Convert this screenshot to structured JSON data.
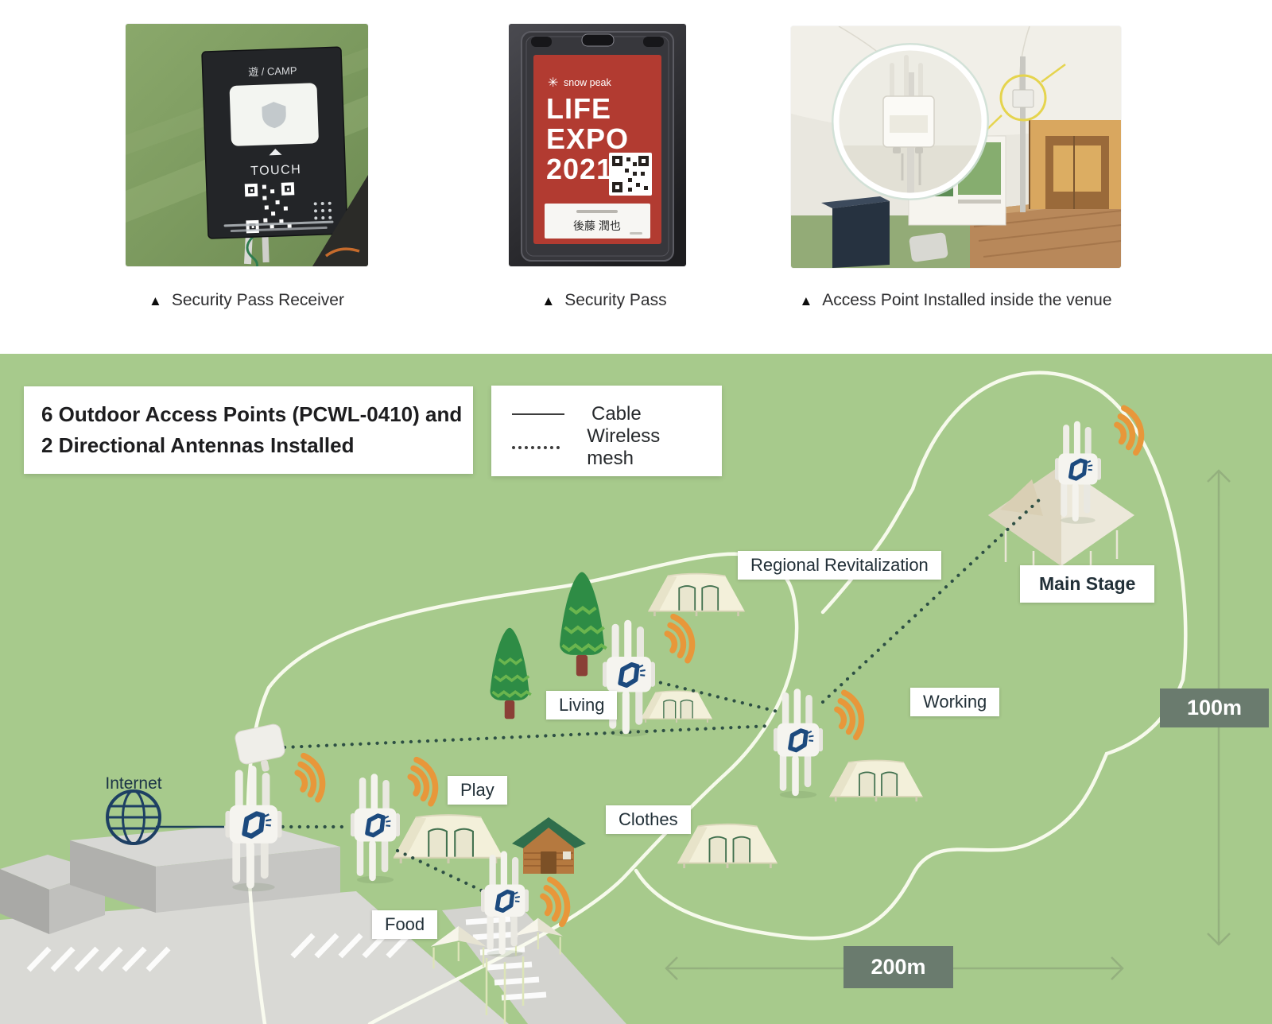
{
  "photos": {
    "marker": "▲",
    "receiver": {
      "caption": "Security Pass Receiver",
      "sign_label": "遊 / CAMP",
      "touch_label": "TOUCH"
    },
    "pass": {
      "caption": "Security Pass",
      "brand_mark": "✳",
      "brand_name": "snow peak",
      "event_lines": [
        "LIFE",
        "EXPO",
        "2021"
      ],
      "holder_name": "後藤 潤也"
    },
    "venue": {
      "caption": "Access Point Installed inside the venue"
    }
  },
  "map": {
    "title_lines": [
      "6 Outdoor Access Points (PCWL-0410) and",
      "2 Directional Antennas Installed"
    ],
    "legend": {
      "cable": "Cable",
      "mesh": "Wireless mesh"
    },
    "internet_label": "Internet",
    "area_labels": {
      "living": "Living",
      "play": "Play",
      "food": "Food",
      "clothes": "Clothes",
      "working": "Working",
      "regional": "Regional Revitalization",
      "main_stage": "Main Stage"
    },
    "scale": {
      "vertical": "100m",
      "horizontal": "200m"
    }
  },
  "colors": {
    "map_green": "#a7ca8c",
    "wifi_orange": "#e8973a",
    "logo_navy": "#1c4a7e",
    "badge_red": "#b23b31",
    "measure_box": "#6a7b6e",
    "mesh_line": "#2d4f44",
    "cable_line": "#1e4159",
    "road_white": "#fafcef"
  }
}
